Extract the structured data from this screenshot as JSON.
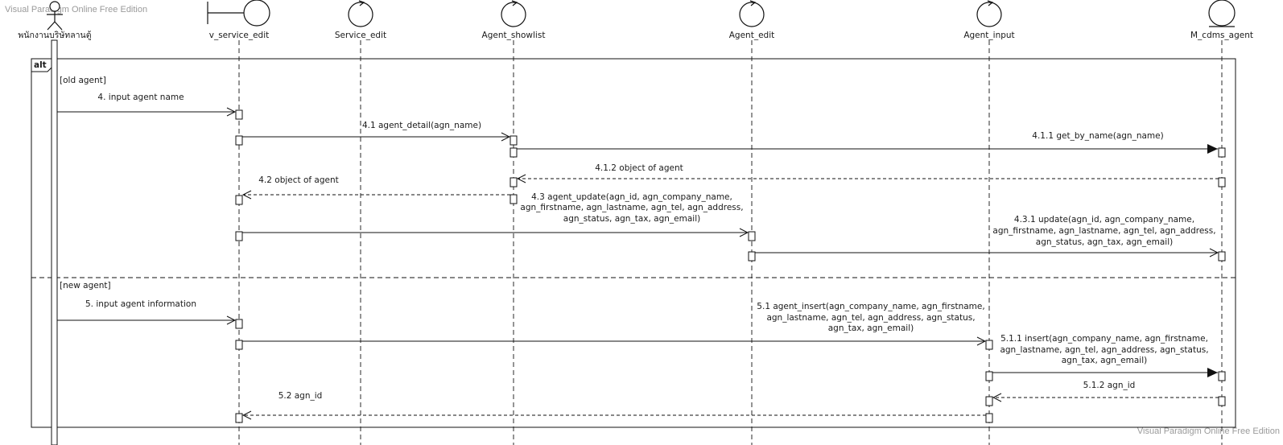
{
  "watermark": {
    "top_left": "Visual Paradigm Online Free Edition",
    "bottom_right": "Visual Paradigm Online Free Edition"
  },
  "lifelines": [
    {
      "id": "actor",
      "name": "พนักงานบริษัทลานตู้",
      "kind": "actor"
    },
    {
      "id": "v_service_edit",
      "name": "v_service_edit",
      "kind": "boundary"
    },
    {
      "id": "service_edit",
      "name": "Service_edit",
      "kind": "control"
    },
    {
      "id": "agent_showlist",
      "name": "Agent_showlist",
      "kind": "control"
    },
    {
      "id": "agent_edit",
      "name": "Agent_edit",
      "kind": "control"
    },
    {
      "id": "agent_input",
      "name": "Agent_input",
      "kind": "control"
    },
    {
      "id": "m_cdms_agent",
      "name": "M_cdms_agent",
      "kind": "entity"
    }
  ],
  "fragment": {
    "operator": "alt",
    "guards": [
      "[old agent]",
      "[new agent]"
    ]
  },
  "messages": [
    {
      "id": "m4",
      "lines": [
        "4. input agent name"
      ]
    },
    {
      "id": "m41",
      "lines": [
        "4.1 agent_detail(agn_name)"
      ]
    },
    {
      "id": "m411",
      "lines": [
        "4.1.1 get_by_name(agn_name)"
      ]
    },
    {
      "id": "m412",
      "lines": [
        "4.1.2 object of agent"
      ]
    },
    {
      "id": "m42",
      "lines": [
        "4.2 object of agent"
      ]
    },
    {
      "id": "m43",
      "lines": [
        "4.3 agent_update(agn_id, agn_company_name,",
        "agn_firstname, agn_lastname, agn_tel, agn_address,",
        "agn_status, agn_tax, agn_email)"
      ]
    },
    {
      "id": "m431",
      "lines": [
        "4.3.1 update(agn_id, agn_company_name,",
        "agn_firstname, agn_lastname, agn_tel, agn_address,",
        "agn_status, agn_tax, agn_email)"
      ]
    },
    {
      "id": "m5",
      "lines": [
        "5. input agent information"
      ]
    },
    {
      "id": "m51",
      "lines": [
        "5.1 agent_insert(agn_company_name, agn_firstname,",
        "agn_lastname, agn_tel, agn_address, agn_status,",
        "agn_tax, agn_email)"
      ]
    },
    {
      "id": "m511",
      "lines": [
        "5.1.1 insert(agn_company_name, agn_firstname,",
        "agn_lastname, agn_tel, agn_address, agn_status,",
        "agn_tax, agn_email)"
      ]
    },
    {
      "id": "m512",
      "lines": [
        "5.1.2 agn_id"
      ]
    },
    {
      "id": "m52",
      "lines": [
        "5.2 agn_id"
      ]
    }
  ]
}
